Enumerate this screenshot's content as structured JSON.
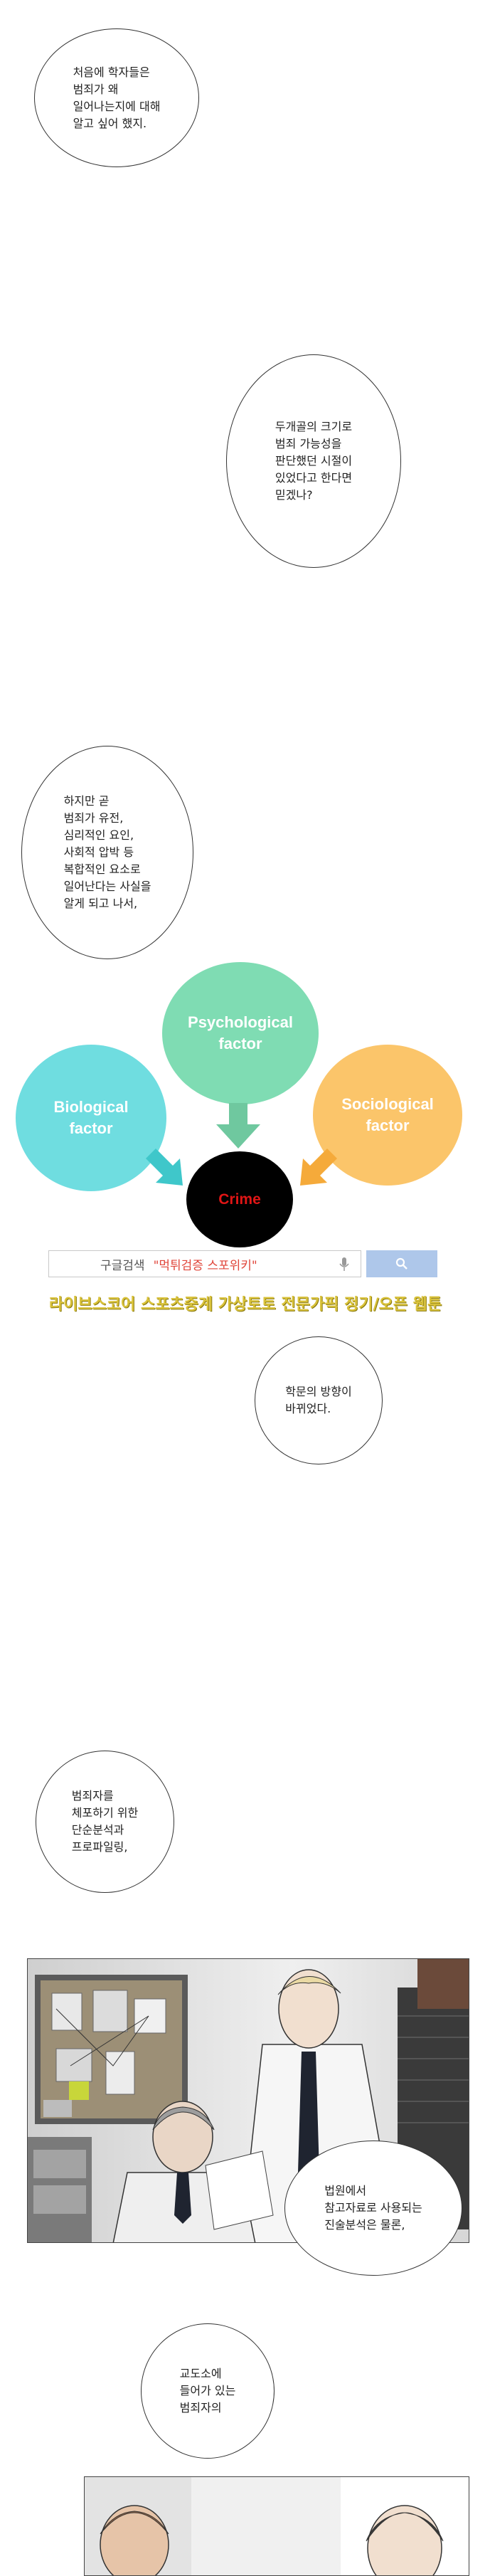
{
  "bubbles": {
    "b1": "처음에 학자들은\n범죄가 왜\n일어나는지에 대해\n알고 싶어 했지.",
    "b2": "두개골의 크기로\n범죄 가능성을\n판단했던 시절이\n있었다고 한다면\n믿겠나?",
    "b3": "하지만 곧\n범죄가 유전,\n심리적인 요인,\n사회적 압박 등\n복합적인 요소로\n일어난다는 사실을\n알게 되고 나서,",
    "b4": "학문의 방향이\n바뀌었다.",
    "b5": "범죄자를\n체포하기 위한\n단순분석과\n프로파일링,",
    "b6": "법원에서\n참고자료로 사용되는\n진술분석은 물론,",
    "b7": "교도소에\n들어가 있는\n범죄자의"
  },
  "diagram": {
    "psychological": "Psychological\nfactor",
    "biological": "Biological\nfactor",
    "sociological": "Sociological\nfactor",
    "crime": "Crime",
    "colors": {
      "psychological": "#7fdcb3",
      "biological": "#6fdde0",
      "sociological": "#fbc56a",
      "crime": "#000000",
      "crime_text": "#e01515"
    }
  },
  "search": {
    "label": "구글검색",
    "query": "\"먹튀검증 스포위키\"",
    "icon": "search-icon",
    "mic_icon": "mic-icon"
  },
  "banner": {
    "text": "라이브스코어 스포츠중계 가상토토 전문가픽 정기/오픈 웹툰"
  }
}
